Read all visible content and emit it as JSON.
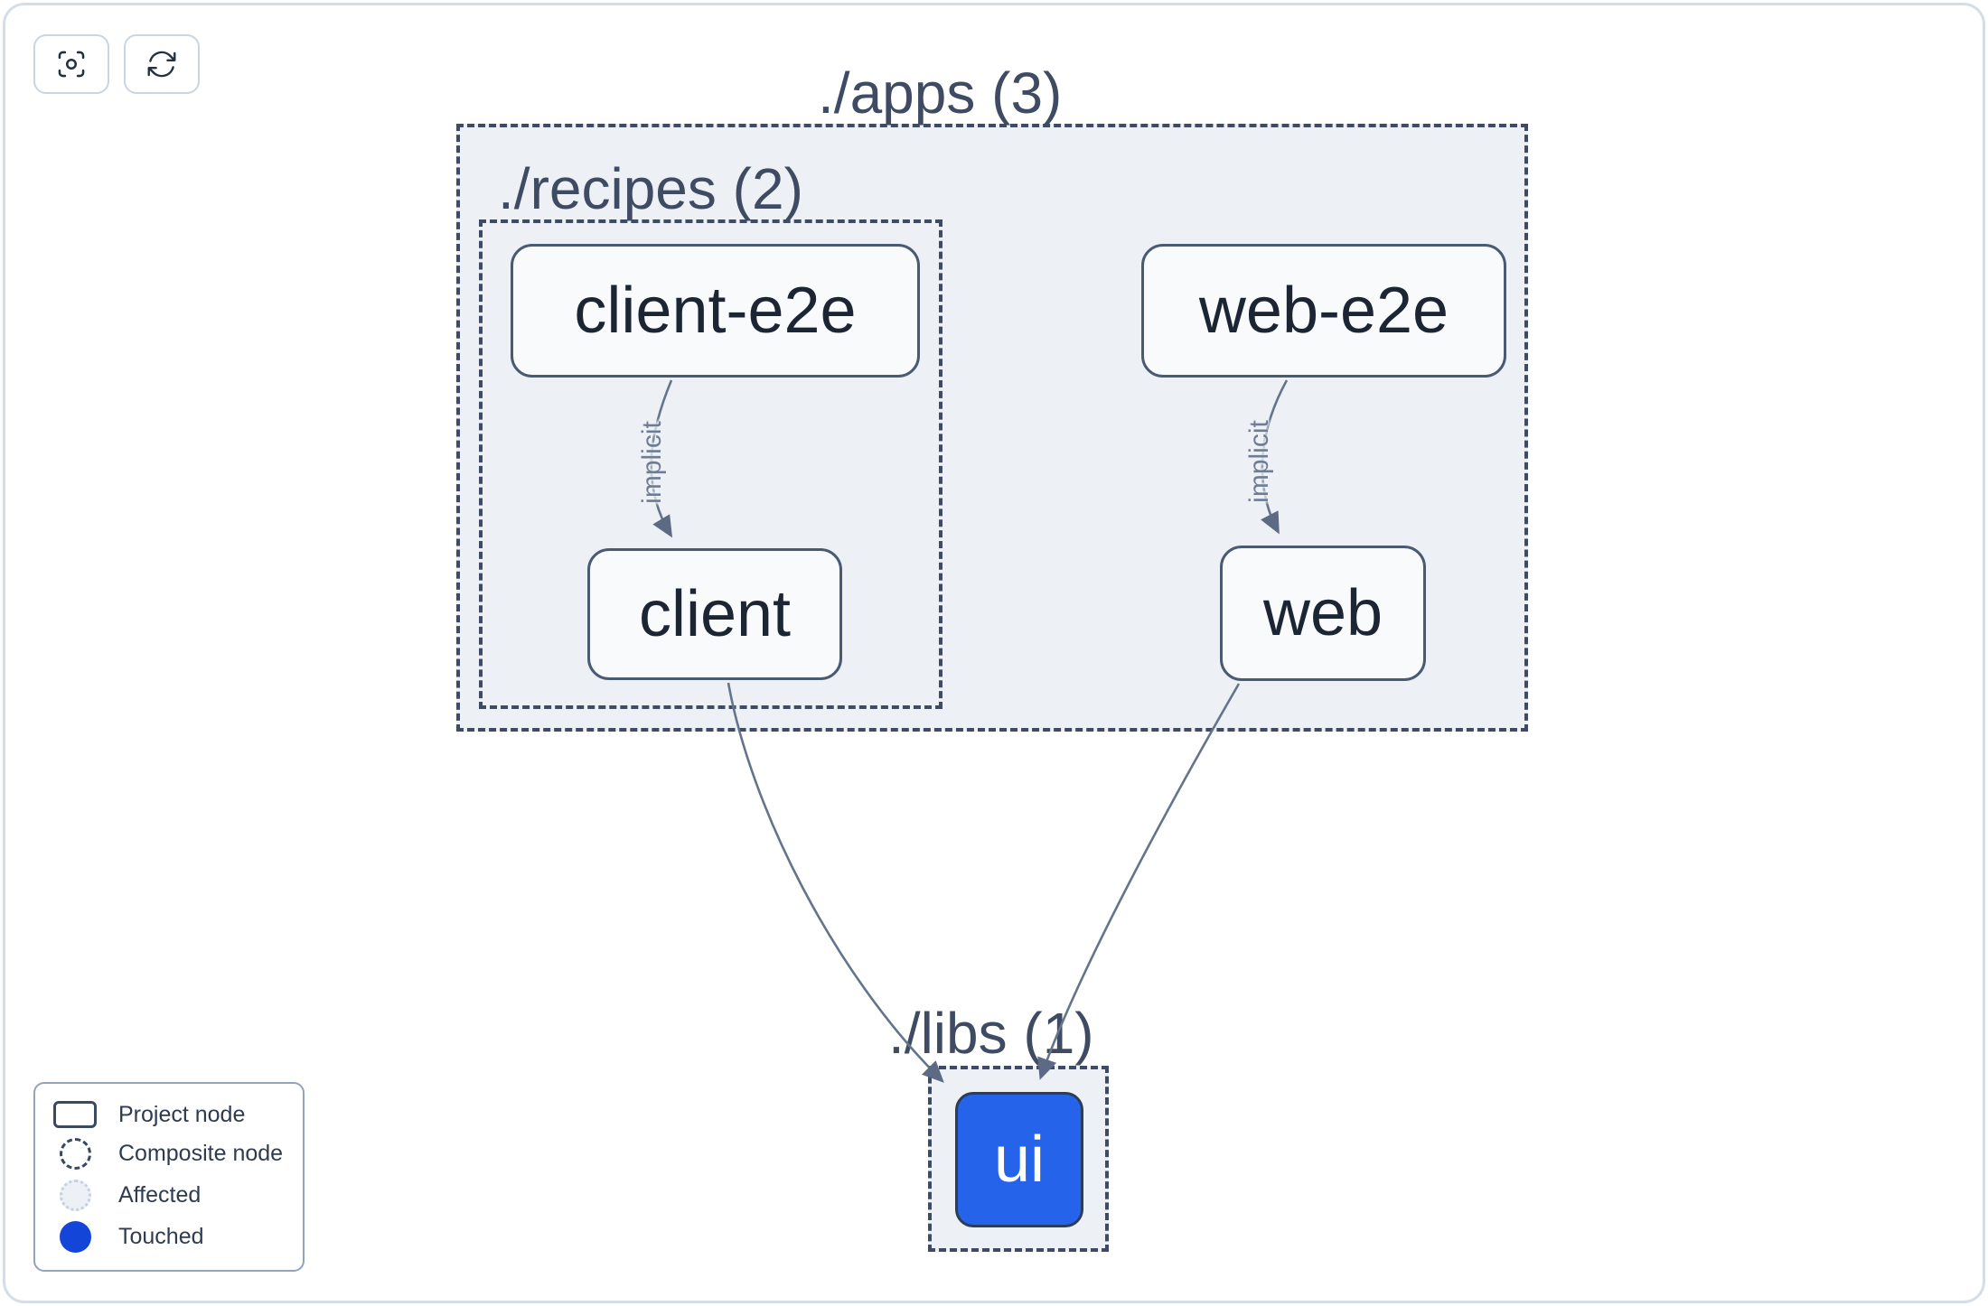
{
  "toolbar": {
    "buttons": [
      {
        "name": "focus-graph",
        "icon": "viewfinder-circle-icon"
      },
      {
        "name": "refresh-graph",
        "icon": "refresh-icon"
      }
    ]
  },
  "graph": {
    "groups": [
      {
        "id": "apps",
        "label": "./apps (3)"
      },
      {
        "id": "recipes",
        "label": "./recipes (2)"
      },
      {
        "id": "libs",
        "label": "./libs (1)"
      }
    ],
    "nodes": [
      {
        "id": "client-e2e",
        "label": "client-e2e",
        "state": "default"
      },
      {
        "id": "web-e2e",
        "label": "web-e2e",
        "state": "default"
      },
      {
        "id": "client",
        "label": "client",
        "state": "default"
      },
      {
        "id": "web",
        "label": "web",
        "state": "default"
      },
      {
        "id": "ui",
        "label": "ui",
        "state": "touched"
      }
    ],
    "edges": [
      {
        "from": "client-e2e",
        "to": "client",
        "label": "implicit"
      },
      {
        "from": "web-e2e",
        "to": "web",
        "label": "implicit"
      },
      {
        "from": "client",
        "to": "ui",
        "label": ""
      },
      {
        "from": "web",
        "to": "ui",
        "label": ""
      }
    ]
  },
  "legend": {
    "items": [
      {
        "label": "Project node",
        "swatch": "project-rect"
      },
      {
        "label": "Composite node",
        "swatch": "dashed-circle"
      },
      {
        "label": "Affected",
        "swatch": "affected-circle"
      },
      {
        "label": "Touched",
        "swatch": "touched-circle"
      }
    ]
  },
  "colors": {
    "touched_node_fill": "#2563eb",
    "touched_legend_fill": "#1445d9",
    "group_fill": "#edf1f6",
    "group_border": "#3e4b64",
    "node_border": "#4a5a73",
    "edge_stroke": "#64748b",
    "label_text": "#3e4b63",
    "node_text": "#1c2534"
  }
}
